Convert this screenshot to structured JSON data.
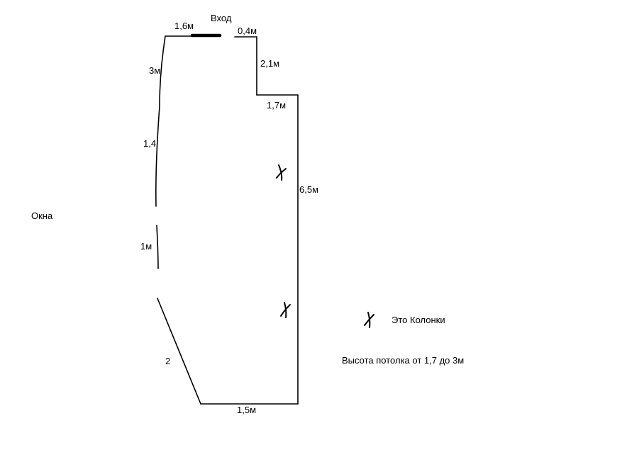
{
  "diagram": {
    "type": "hand-drawn floor plan sketch",
    "entrance_label": "Вход",
    "measurements": {
      "top_left": "1,6м",
      "top_right": "0,4м",
      "left_upper": "3м",
      "right_upper": "2,1м",
      "step": "1,7м",
      "left_middle": "1,4",
      "right_main": "6,5м",
      "window": "1м",
      "diagonal": "2",
      "bottom": "1,5м"
    },
    "annotations": {
      "windows": "Окна",
      "columns_legend": "Это Колонки",
      "ceiling_height": "Высота потолка от 1,7 до 3м"
    },
    "icons": {
      "column_marker": "x-cross-mark"
    },
    "colors": {
      "line": "#000000",
      "background": "#ffffff",
      "text": "#000000"
    }
  }
}
